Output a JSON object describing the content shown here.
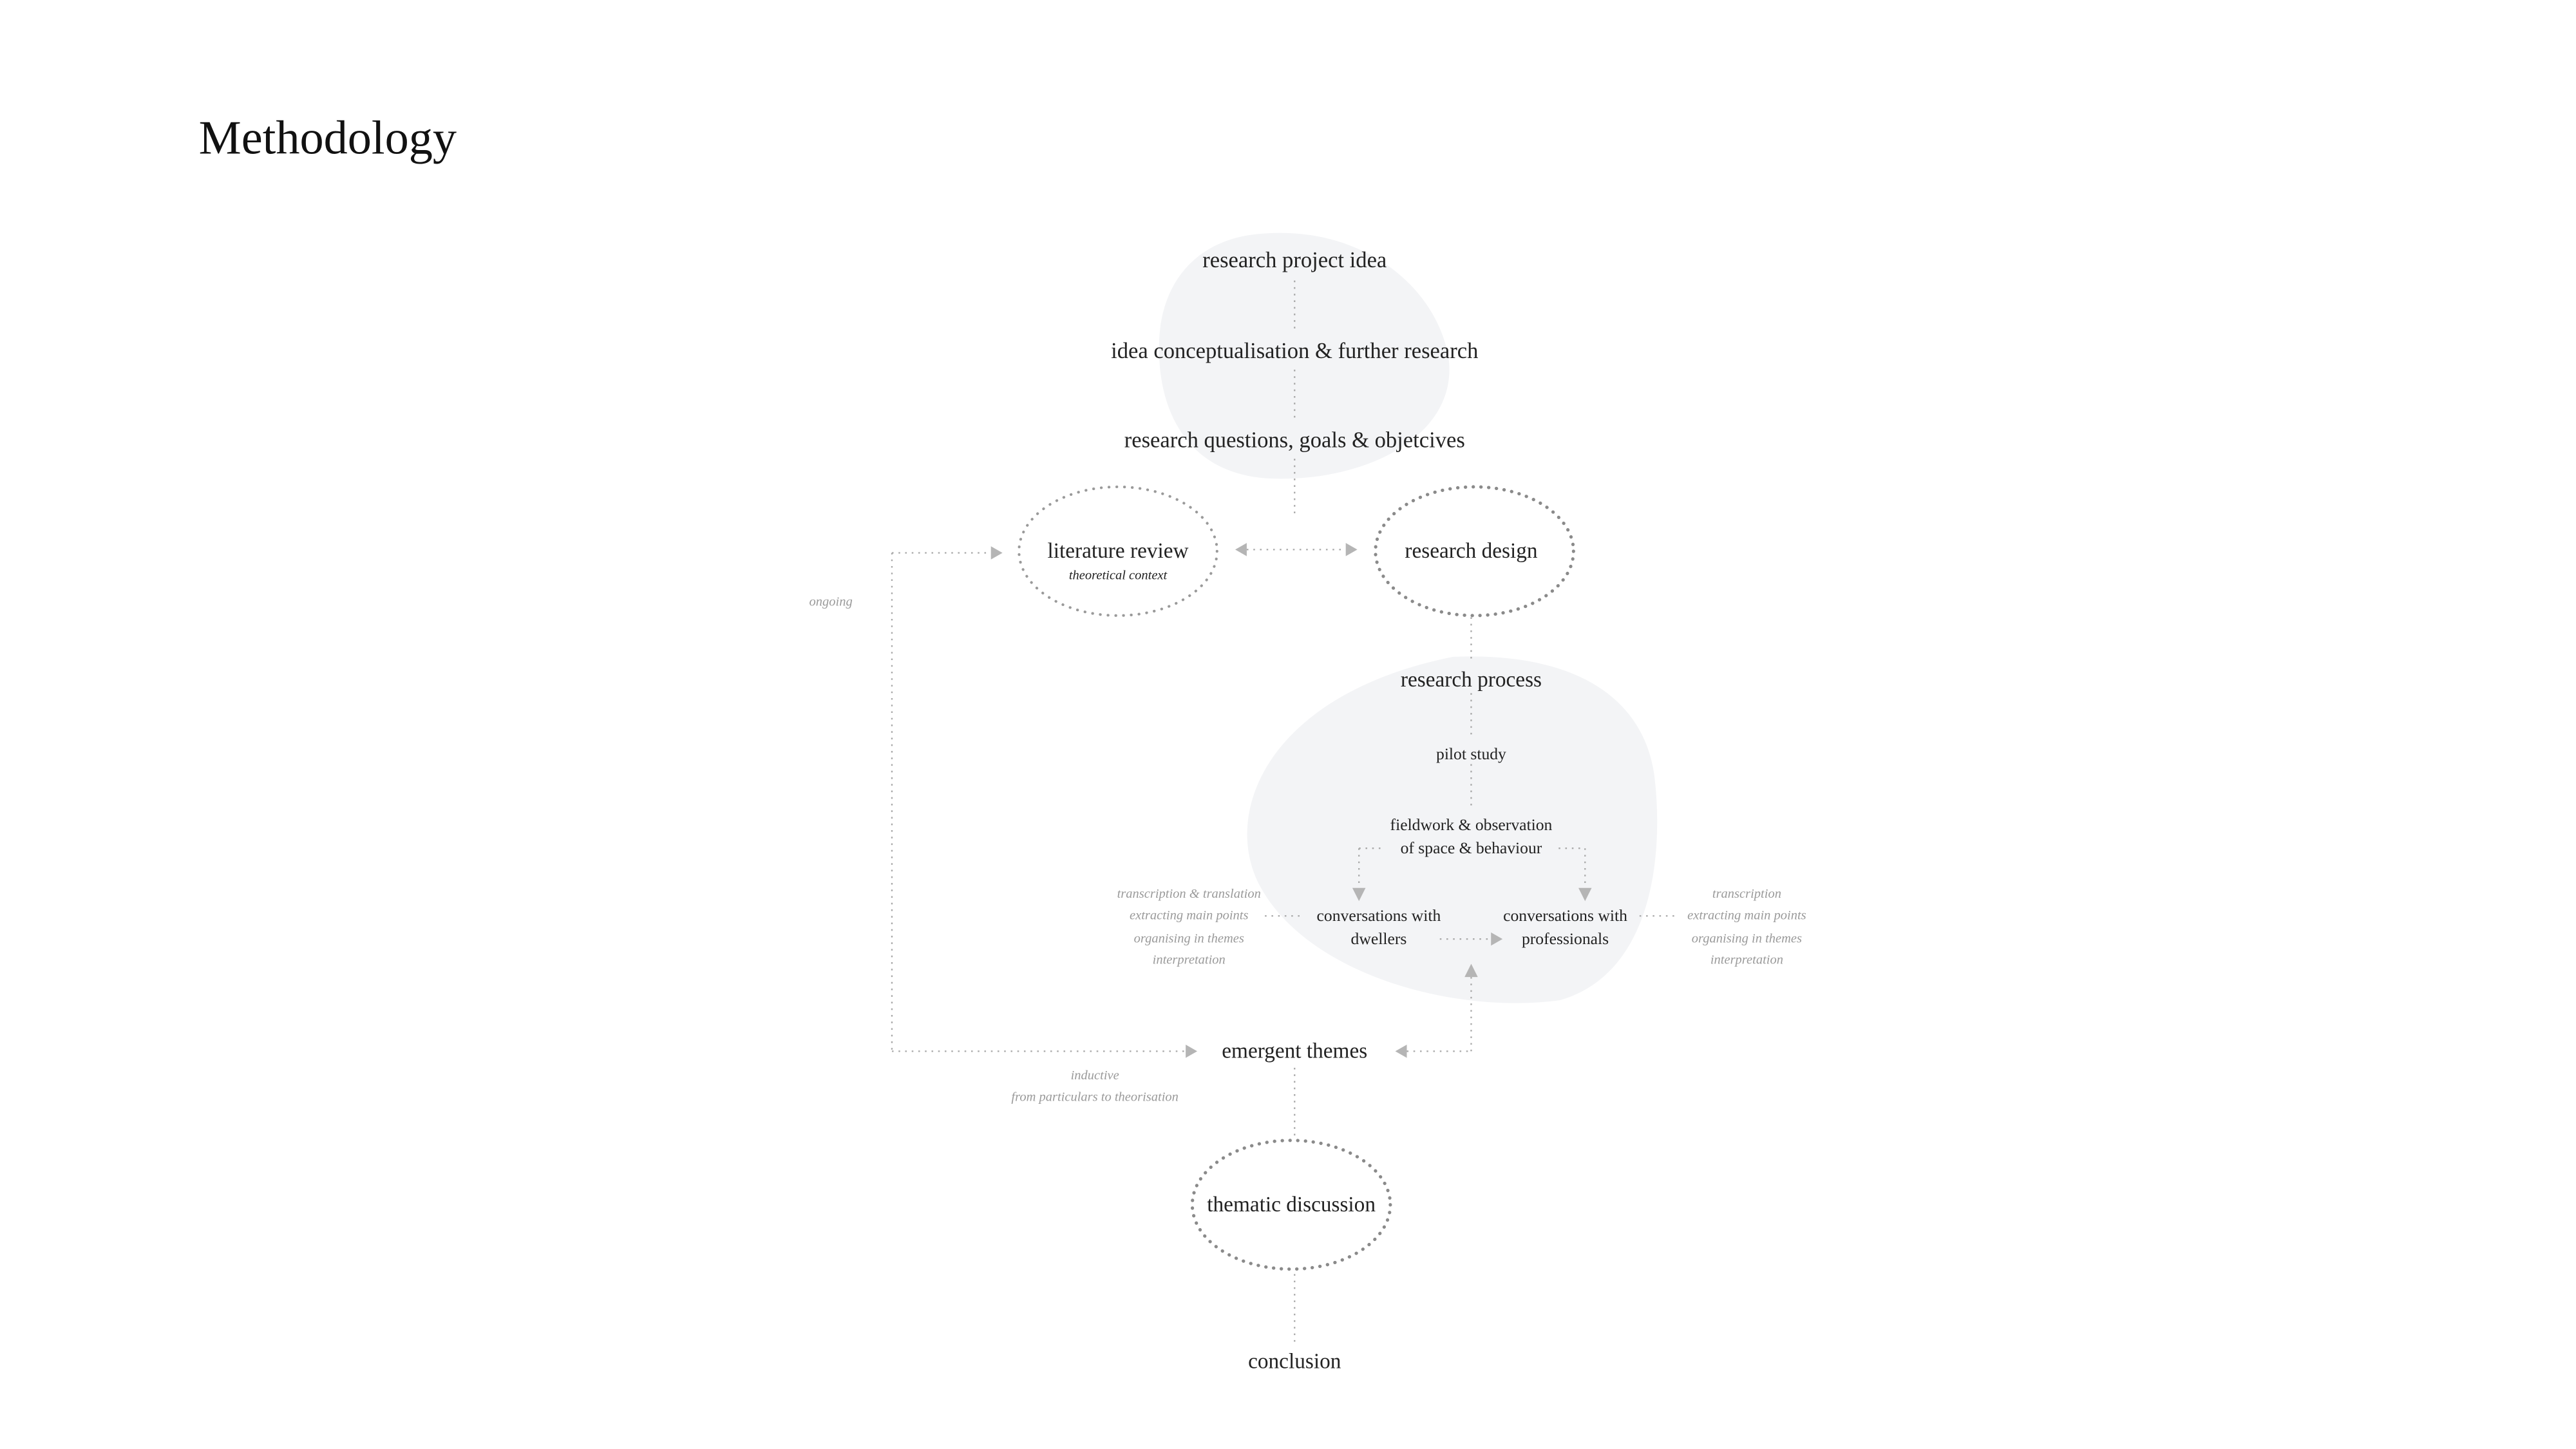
{
  "title": "Methodology",
  "nodes": {
    "idea": "research project idea",
    "conceptualisation": "idea conceptualisation & further research",
    "questions": "research questions, goals & objetcives",
    "literature_review": "literature review",
    "literature_review_sub": "theoretical context",
    "research_design": "research design",
    "research_process": "research process",
    "pilot_study": "pilot study",
    "fieldwork_line1": "fieldwork & observation",
    "fieldwork_line2": "of space & behaviour",
    "dwellers_line1": "conversations with",
    "dwellers_line2": "dwellers",
    "professionals_line1": "conversations with",
    "professionals_line2": "professionals",
    "emergent_themes": "emergent themes",
    "thematic_discussion": "thematic discussion",
    "conclusion": "conclusion"
  },
  "notes": {
    "ongoing": "ongoing",
    "dwellers_notes": [
      "transcription & translation",
      "extracting main points",
      "organising in themes",
      "interpretation"
    ],
    "professionals_notes": [
      "transcription",
      "extracting main points",
      "organising in themes",
      "interpretation"
    ],
    "inductive": "inductive",
    "inductive_sub": "from particulars to theorisation"
  },
  "colors": {
    "blob": "#f3f4f6",
    "text": "#222222",
    "note": "#9a9a9a"
  }
}
